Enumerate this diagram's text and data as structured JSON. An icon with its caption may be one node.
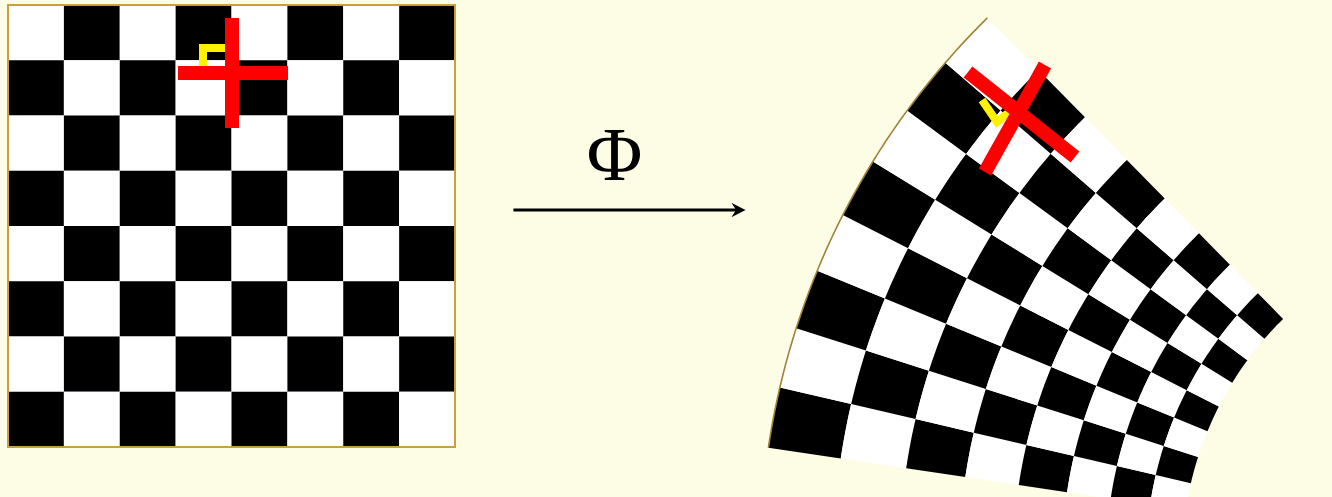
{
  "diagram": {
    "nodes": [
      {
        "text": [],
        "shape": "picture"
      },
      {
        "text": [],
        "shape": "picture"
      }
    ],
    "edges": [
      {
        "from": 0,
        "to": 1,
        "arrow": "to",
        "label": "Φ"
      }
    ]
  }
}
